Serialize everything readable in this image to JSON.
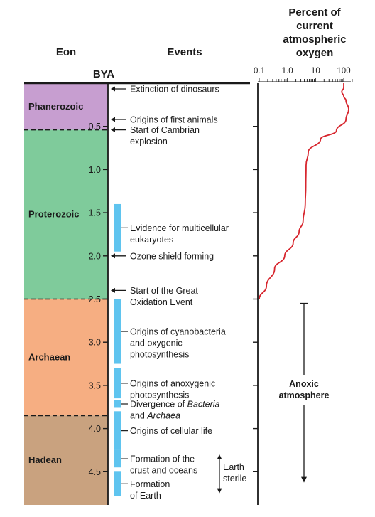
{
  "headers": {
    "eon": "Eon",
    "events": "Events",
    "bya": "BYA",
    "oxygen_lines": [
      "Percent of",
      "current",
      "atmospheric",
      "oxygen"
    ]
  },
  "colors": {
    "phanerozoic": "#c79ed0",
    "proterozoic": "#7fcb9b",
    "archaean": "#f6ae82",
    "hadean": "#c9a27f",
    "event_bar": "#5fc4ef",
    "oxygen_curve": "#d7262e"
  },
  "eons": [
    {
      "name": "Phanerozoic",
      "start": 0,
      "end": 0.54
    },
    {
      "name": "Proterozoic",
      "start": 0.54,
      "end": 2.5
    },
    {
      "name": "Archaean",
      "start": 2.5,
      "end": 3.85
    },
    {
      "name": "Hadean",
      "start": 3.85,
      "end": 4.6
    }
  ],
  "time_ticks": [
    "0.5",
    "1.0",
    "1.5",
    "2.0",
    "2.5",
    "3.0",
    "3.5",
    "4.0",
    "4.5"
  ],
  "oxygen_axis": {
    "ticks": [
      "0.1",
      "1.0",
      "10",
      "100"
    ]
  },
  "events": [
    {
      "lines": [
        [
          {
            "t": "Extinction of dinosaurs"
          }
        ]
      ],
      "time": 0.066,
      "kind": "arrow"
    },
    {
      "lines": [
        [
          {
            "t": "Origins of first animals"
          }
        ]
      ],
      "time": 0.42,
      "kind": "arrow"
    },
    {
      "lines": [
        [
          {
            "t": "Start of Cambrian"
          }
        ],
        [
          {
            "t": "explosion"
          }
        ]
      ],
      "time": 0.54,
      "kind": "arrow"
    },
    {
      "lines": [
        [
          {
            "t": "Evidence for multicellular"
          }
        ],
        [
          {
            "t": "eukaryotes"
          }
        ]
      ],
      "start": 1.4,
      "end": 1.95,
      "kind": "bar"
    },
    {
      "lines": [
        [
          {
            "t": "Ozone shield forming"
          }
        ]
      ],
      "time": 2.0,
      "kind": "arrow"
    },
    {
      "lines": [
        [
          {
            "t": "Start of the Great"
          }
        ],
        [
          {
            "t": "Oxidation Event"
          }
        ]
      ],
      "time": 2.4,
      "kind": "arrow"
    },
    {
      "lines": [
        [
          {
            "t": "Origins of cyanobacteria"
          }
        ],
        [
          {
            "t": "and oxygenic"
          }
        ],
        [
          {
            "t": "photosynthesis"
          }
        ]
      ],
      "start": 2.5,
      "end": 3.25,
      "kind": "bar"
    },
    {
      "lines": [
        [
          {
            "t": "Origins of anoxygenic"
          }
        ],
        [
          {
            "t": "photosynthesis"
          }
        ]
      ],
      "start": 3.3,
      "end": 3.65,
      "kind": "bar"
    },
    {
      "lines": [
        [
          {
            "t": "Divergence of "
          },
          {
            "t": "Bacteria",
            "i": true
          }
        ],
        [
          {
            "t": "and "
          },
          {
            "t": "Archaea",
            "i": true
          }
        ]
      ],
      "start": 3.67,
      "end": 3.76,
      "kind": "bar"
    },
    {
      "lines": [
        [
          {
            "t": "Origins of cellular life"
          }
        ]
      ],
      "start": 3.8,
      "end": 4.25,
      "kind": "bar"
    },
    {
      "lines": [
        [
          {
            "t": "Formation of the"
          }
        ],
        [
          {
            "t": "crust and oceans"
          }
        ]
      ],
      "start": 4.25,
      "end": 4.45,
      "kind": "bar"
    },
    {
      "lines": [
        [
          {
            "t": "Formation"
          }
        ],
        [
          {
            "t": "of Earth"
          }
        ]
      ],
      "start": 4.5,
      "end": 4.78,
      "kind": "bar"
    }
  ],
  "earth_sterile": {
    "lines": [
      "Earth",
      "sterile"
    ],
    "start": 4.25,
    "end": 4.75
  },
  "anoxic": {
    "lines": [
      "Anoxic",
      "atmosphere"
    ],
    "start": 2.55,
    "end": 4.75
  },
  "oxygen_curve": [
    {
      "bya": 2.5,
      "pct": 0.1
    },
    {
      "bya": 2.35,
      "pct": 0.18
    },
    {
      "bya": 2.15,
      "pct": 0.35
    },
    {
      "bya": 2.0,
      "pct": 0.8
    },
    {
      "bya": 1.85,
      "pct": 1.6
    },
    {
      "bya": 1.72,
      "pct": 2.6
    },
    {
      "bya": 1.6,
      "pct": 3.6
    },
    {
      "bya": 1.4,
      "pct": 4.3
    },
    {
      "bya": 1.2,
      "pct": 4.5
    },
    {
      "bya": 0.95,
      "pct": 4.6
    },
    {
      "bya": 0.8,
      "pct": 5.5
    },
    {
      "bya": 0.65,
      "pct": 15
    },
    {
      "bya": 0.55,
      "pct": 55
    },
    {
      "bya": 0.42,
      "pct": 120
    },
    {
      "bya": 0.3,
      "pct": 150
    },
    {
      "bya": 0.2,
      "pct": 120
    },
    {
      "bya": 0.15,
      "pct": 100
    },
    {
      "bya": 0.1,
      "pct": 85
    },
    {
      "bya": 0.05,
      "pct": 100
    },
    {
      "bya": 0.0,
      "pct": 100
    }
  ]
}
